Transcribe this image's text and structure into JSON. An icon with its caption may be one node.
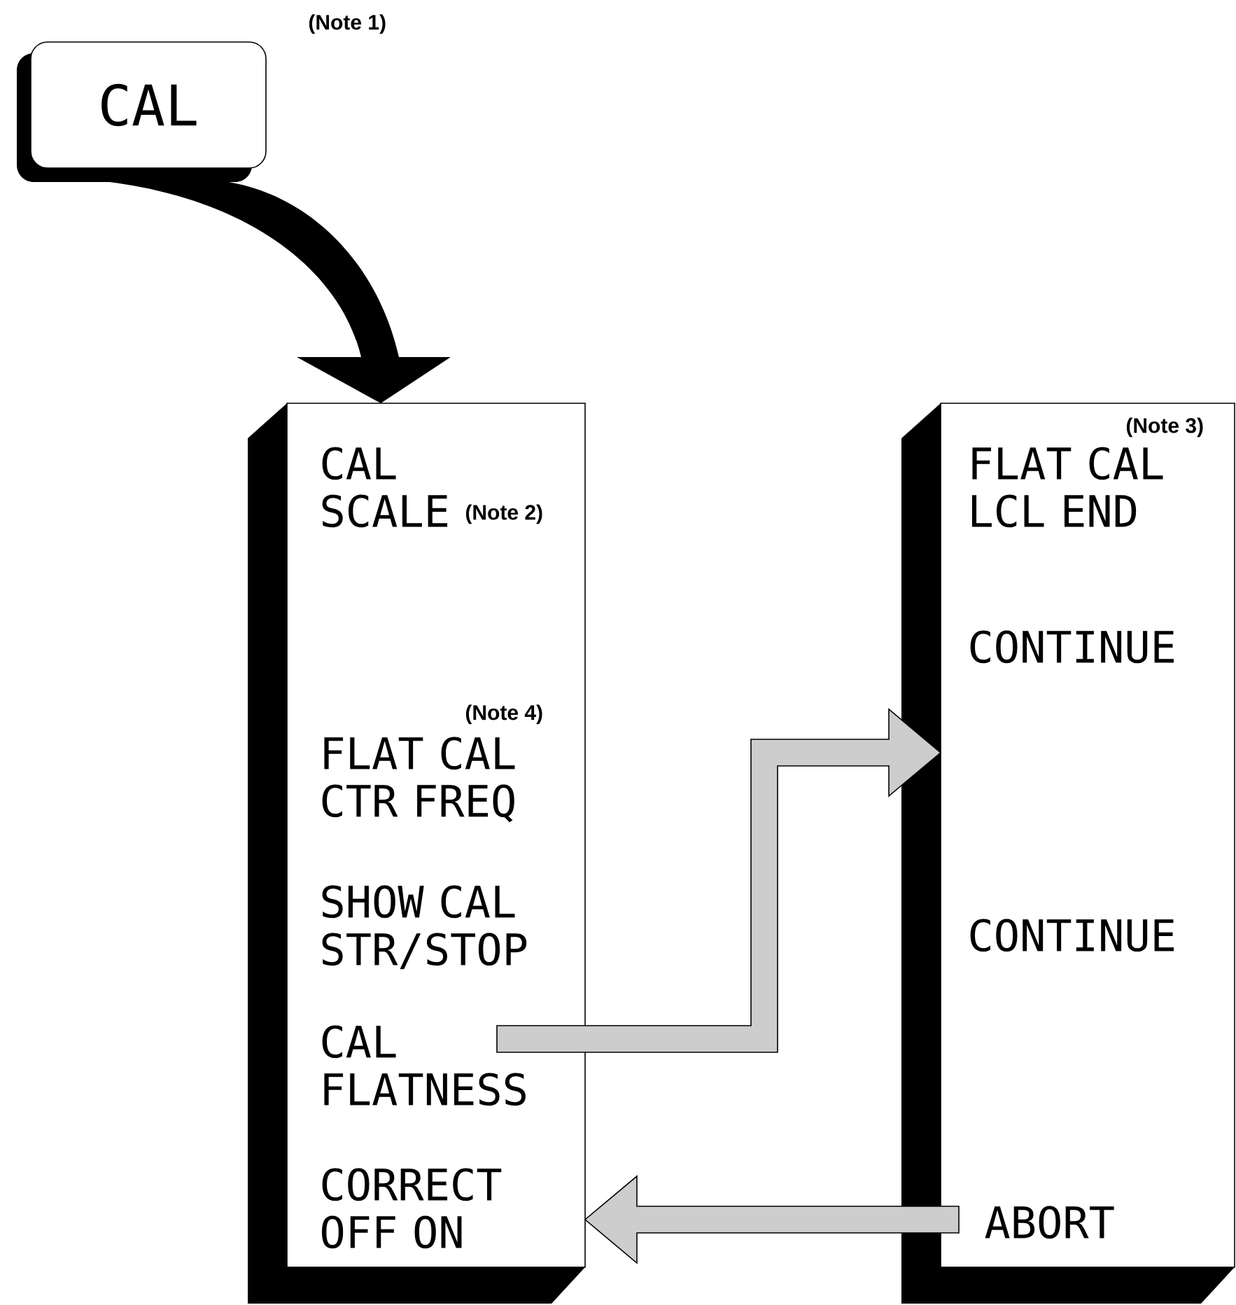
{
  "diagram": {
    "nodes": [
      {
        "text": [
          "CAL"
        ],
        "beside": [
          "(Note 1)"
        ]
      },
      {
        "text": [
          "CAL SCALE",
          "FLAT CAL CTR FREQ",
          "SHOW CAL STR/STOP",
          "CAL FLATNESS",
          "CORRECT OFF ON"
        ]
      },
      {
        "text": [
          "FLAT CAL LCL END",
          "CONTINUE",
          "CONTINUE",
          "ABORT"
        ]
      }
    ],
    "edges": [
      {
        "from": 0,
        "to": 1,
        "arrow": "to",
        "style": "thick"
      },
      {
        "from": 1,
        "to": 2,
        "arrow": "to"
      },
      {
        "from": 2,
        "to": 1,
        "arrow": "to"
      }
    ],
    "labels": [
      "(Note 3)",
      "(Note 2)",
      "(Note 4)"
    ]
  }
}
